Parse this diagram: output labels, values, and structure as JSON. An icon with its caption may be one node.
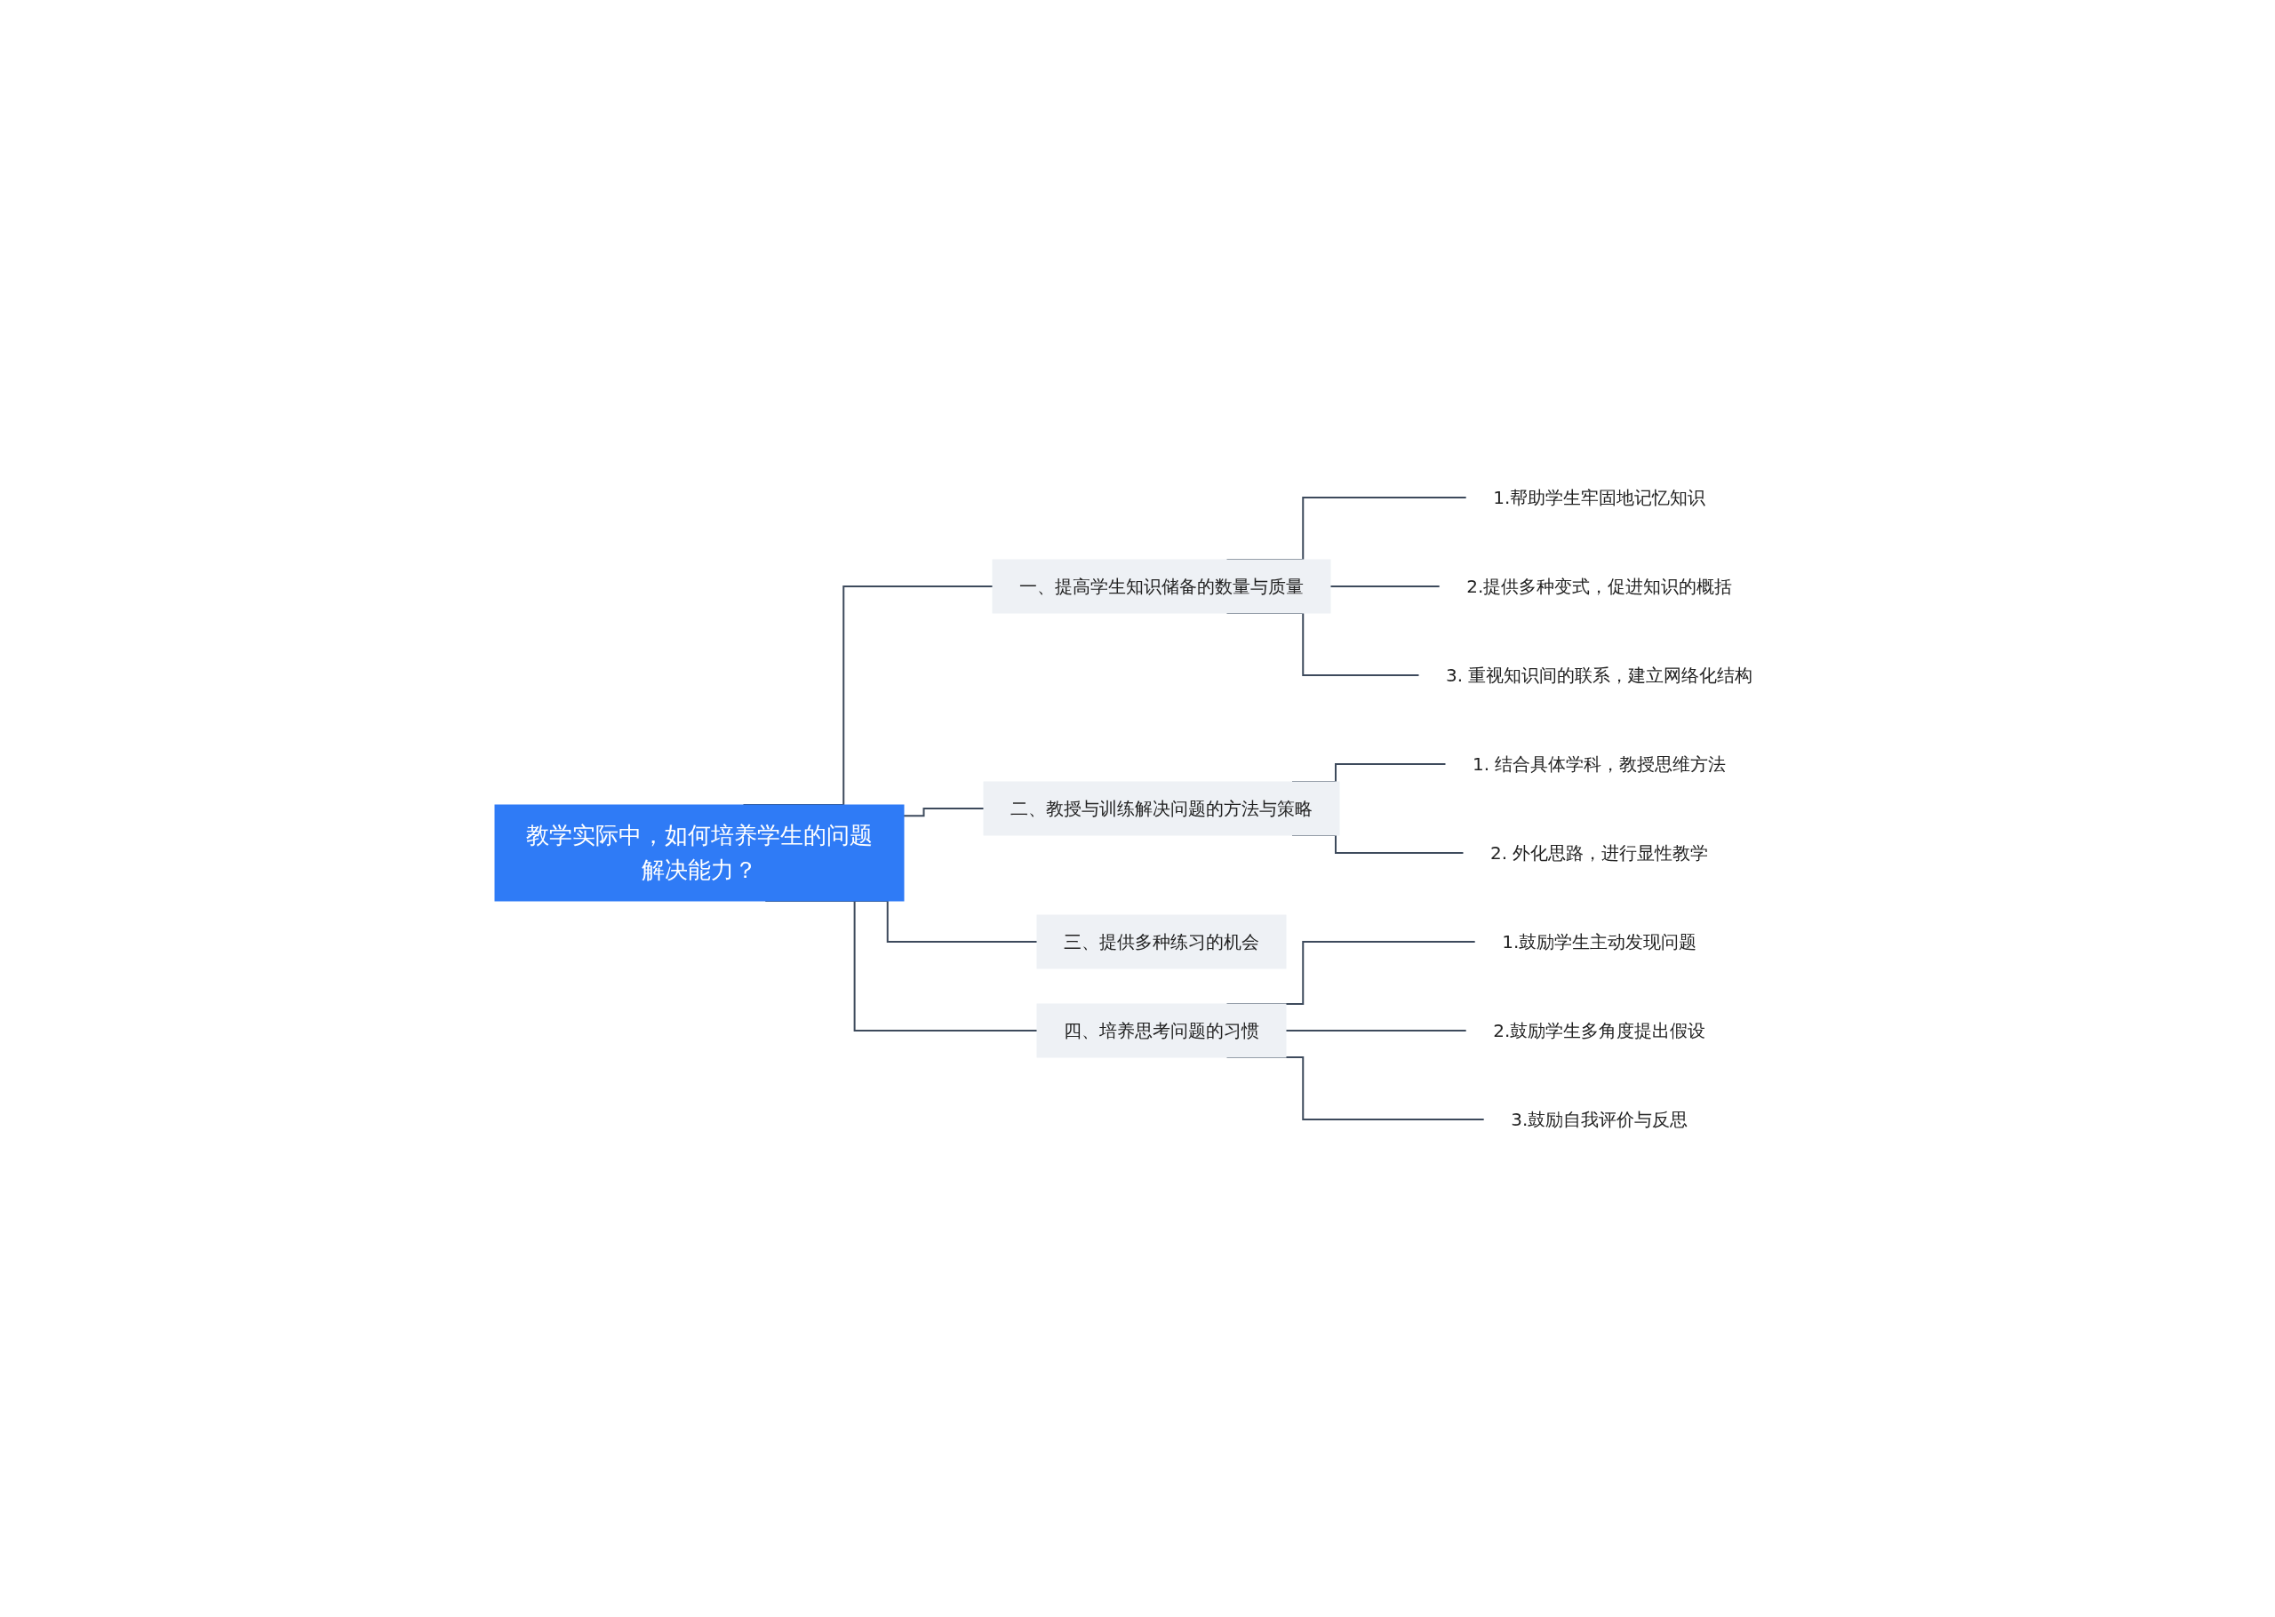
{
  "diagram": {
    "nodes": [
      {
        "text": [
          "教学实际中，如何培养学生的问题解决能力？"
        ]
      },
      {
        "text": [
          "一、提高学生知识储备的数量与质量"
        ]
      },
      {
        "text": [
          "1.帮助学生牢固地记忆知识"
        ]
      },
      {
        "text": [
          "2.提供多种变式，促进知识的概括"
        ]
      },
      {
        "text": [
          "3. 重视知识间的联系，建立网络化结构"
        ]
      },
      {
        "text": [
          "二、教授与训练解决问题的方法与策略"
        ]
      },
      {
        "text": [
          "1. 结合具体学科，教授思维方法"
        ]
      },
      {
        "text": [
          "2. 外化思路，进行显性教学"
        ]
      },
      {
        "text": [
          "三、提供多种练习的机会"
        ]
      },
      {
        "text": [
          "四、培养思考问题的习惯"
        ]
      },
      {
        "text": [
          "1.鼓励学生主动发现问题"
        ]
      },
      {
        "text": [
          "2.鼓励学生多角度提出假设"
        ]
      },
      {
        "text": [
          "3.鼓励自我评价与反思"
        ]
      }
    ],
    "edges": [
      {
        "from": 0,
        "to": 1,
        "arrow": "none"
      },
      {
        "from": 1,
        "to": 2,
        "arrow": "none"
      },
      {
        "from": 1,
        "to": 3,
        "arrow": "none"
      },
      {
        "from": 1,
        "to": 4,
        "arrow": "none"
      },
      {
        "from": 0,
        "to": 5,
        "arrow": "none"
      },
      {
        "from": 5,
        "to": 6,
        "arrow": "none"
      },
      {
        "from": 5,
        "to": 7,
        "arrow": "none"
      },
      {
        "from": 0,
        "to": 8,
        "arrow": "none"
      },
      {
        "from": 0,
        "to": 9,
        "arrow": "none"
      },
      {
        "from": 9,
        "to": 10,
        "arrow": "none"
      },
      {
        "from": 9,
        "to": 11,
        "arrow": "none"
      },
      {
        "from": 9,
        "to": 12,
        "arrow": "none"
      }
    ]
  }
}
